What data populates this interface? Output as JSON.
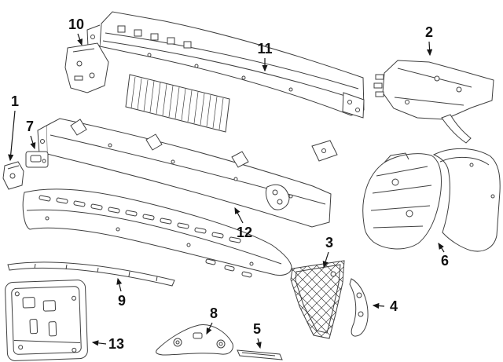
{
  "colors": {
    "background": "#ffffff",
    "line_art": "#3f3f3f",
    "text": "#101010"
  },
  "diagram": {
    "callouts": [
      {
        "label": "1"
      },
      {
        "label": "2"
      },
      {
        "label": "3"
      },
      {
        "label": "4"
      },
      {
        "label": "5"
      },
      {
        "label": "6"
      },
      {
        "label": "7"
      },
      {
        "label": "8"
      },
      {
        "label": "9"
      },
      {
        "label": "10"
      },
      {
        "label": "11"
      },
      {
        "label": "12"
      },
      {
        "label": "13"
      }
    ]
  }
}
